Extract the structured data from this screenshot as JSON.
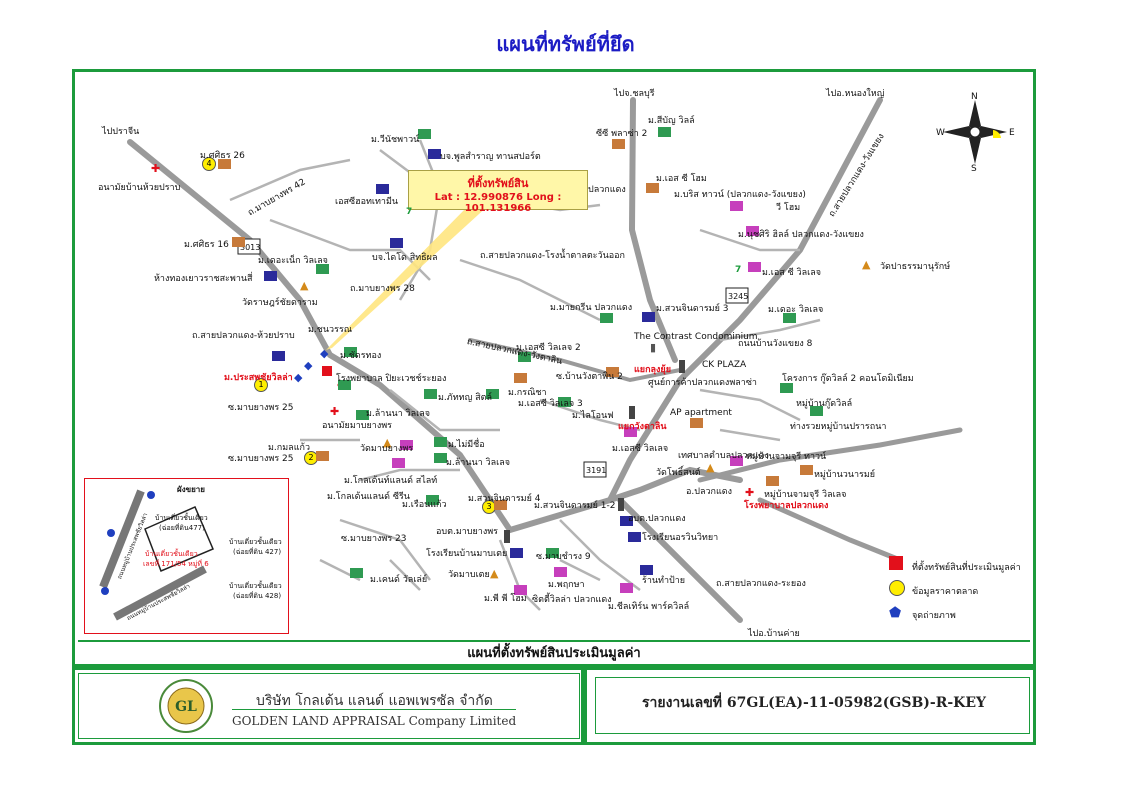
{
  "title": "แผนที่ทรัพย์ที่ยึด",
  "callout": {
    "heading": "ที่ตั้งทรัพย์สิน",
    "coords": "Lat : 12.990876  Long : 101.131966"
  },
  "subtitle": "แผนที่ตั้งทรัพย์สินประเมินมูลค่า",
  "company": {
    "name_th": "บริษัท โกลเด้น แลนด์ แอพเพรซัล จำกัด",
    "name_en": "GOLDEN LAND APPRAISAL Company Limited"
  },
  "report_number": "รายงานเลขที่ 67GL(EA)-11-05982(GSB)-R-KEY",
  "compass": {
    "n": "N",
    "s": "S",
    "e": "E",
    "w": "W"
  },
  "legend": [
    {
      "label": "ที่ตั้งทรัพย์สินที่ประเมินมูลค่า",
      "color": "#e2101b"
    },
    {
      "label": "ข้อมูลราคาตลาด",
      "color": "#ffee00"
    },
    {
      "label": "จุดถ่ายภาพ",
      "color": "#1f3fbf"
    }
  ],
  "destinations": {
    "praseen": "ไปปราจีน",
    "chonburi": "ไปจ.ชลบุรี",
    "nongyai": "ไปอ.หนองใหญ่",
    "bankhai": "ไปอ.บ้านค่าย"
  },
  "road_signs": [
    "3013",
    "3245",
    "3191"
  ],
  "numbers": [
    "4",
    "1",
    "2",
    "3"
  ],
  "labels": {
    "l01": "ม.ศศิธร 26",
    "l02": "อนามัยบ้านห้วยปราบ",
    "l03": "ถ.มาบยางพร 42",
    "l04": "ม.ศศิธร 16",
    "l05": "ม.วีนัชพาวน์",
    "l06": "บจ.พูลสำราญ ทานสปอร์ต",
    "l07": "เอสซีฮอทเทามีน",
    "l08": "ห้างทองเยาวราชสะพานสี่",
    "l09": "ม.เดอะเน็ก วิลเลจ",
    "l10": "บจ.ไดโด สิทธิผล",
    "l11": "วัดราษฎร์ชัยดาราม",
    "l12": "ถ.มาบยางพร 28",
    "l13": "ถ.สายปลวกแดง-ห้วยปราบ",
    "l14": "ม.ชนวรรณ",
    "l15": "ม.ชัดรทอง",
    "l16": "ม.ประสพชัยวิลล่า",
    "l17": "โรงพยาบาล ปิยะเวชช์ระยอง",
    "l18": "ซ.มาบยางพร 25",
    "l19": "ม.ภัททญ สิตล์",
    "l20": "อนามัยมาบยางพร",
    "l21": "ม.ล้านนา วิลเลจ",
    "l22": "ม.กมลแก้ว",
    "l23": "ซ.มาบยางพร 25",
    "l24": "วัดมาบยางพร",
    "l25": "ม.ไม่มีชื่อ",
    "l26": "ม.โกลเด้นท์แลนด์ สไลท์",
    "l27": "ม.ล้านนา วิลเลจ",
    "l28": "ม.โกลเด้นแลนด์ ซีรีน",
    "l29": "ม.เรือนแก้ว",
    "l30": "ซ.มาบยางพร 23",
    "l31": "อบต.มาบยางพร",
    "l32": "โรงเรียนบ้านมาบเตย",
    "l33": "วัดมาบเตย",
    "l34": "ม.เคนด์ วัลเล่ย์",
    "l35": "ม.สวนจินดารมย์ 4",
    "l36": "ม.สวนจินดารมย์ 1-2",
    "l37": "ซ.มาบชำรง 9",
    "l38": "ม.พฤกษา",
    "l39": "ม.พี พี โฮม",
    "l40": "ซิตตี้วิลล่า ปลวกแดง",
    "l41": "ม.ชีลเทิร์น พาร์ควิลล์",
    "l42": "ร้านทำป้าย",
    "l43": "ถ.สายปลวกแดง-ระยอง",
    "l44": "โรงเรียนอรวินวิทยา",
    "l45": "อบต.ปลวกแดง",
    "l46": "โรงพยาบาลปลวกแดง",
    "l47": "ซีซี พลาซ่า 2",
    "l48": "ม.สีบัญ วิลล์",
    "l49": "ปลวกแดง",
    "l50": "ม.เอส ซี โฮม",
    "l51": "ม.บริส ทาวน์ (ปลวกแดง-วังแขยง)",
    "l52": "วี โฮม",
    "l53": "ม.นุชศิริ ฮิลล์ ปลวกแดง-วังแขยง",
    "l54": "ม.เอส ซี วิลเลจ",
    "l55": "วัดปาธรรมานุรักษ์",
    "l56": "ถ.สายปลวกแดง-วังแขยง",
    "l57": "ถ.สายปลวกแดง-โรงน้ำตาลตะวันออก",
    "l58": "ม.มายกรีน ปลวกแดง",
    "l59": "ม.สวนจินดารมย์ 3",
    "l60": "ม.เดอะ วิลเลจ",
    "l61": "The Contrast Condominium",
    "l62": "ถนนบ้านวังแขยง 8",
    "l63": "ถ.สายปลวกแดง-วังตาลิน",
    "l64": "ม.เอสซี วิลเลจ 2",
    "l65": "ซ.บ้านวังตาพิน 2",
    "l66": "CK PLAZA",
    "l67": "แยกลุงยุ้ย",
    "l68": "ศูนย์การค้าปลวกแดงพลาซ่า",
    "l69": "โครงการ กู๊ดวิลล์ 2 คอนโดมิเนียม",
    "l70": "ม.กรณิชา",
    "l71": "ม.เอสซี วิลเลจ 3",
    "l72": "ม.ไลโอนฟ",
    "l73": "AP apartment",
    "l74": "หมู่บ้านกู๊ดวิลล์",
    "l75": "ท่างรวยหมู่บ้านปรารถนา",
    "l76": "แยกวังตาลิน",
    "l77": "ม.เอสซี วิลเลจ",
    "l78": "เทศบาลตำบลปลวกแดง",
    "l79": "หมู่บ้านจามจุรี ทาวน์",
    "l80": "วัดโพธิ์สนต์",
    "l81": "หมู่บ้านวนารมย์",
    "l82": "อ.ปลวกแดง",
    "l83": "หมู่บ้านจามจุรี วิลเลจ"
  },
  "inset": {
    "title": "ผังขยาย",
    "subject": "บ้านเดี่ยวชั้นเดียว",
    "subject_detail": "เลขที่ 171/54 หมู่ที่ 6",
    "n1": "บ้านเดี่ยวชั้นเดียว",
    "n1d": "(ฉ่อยที่ดิน477)",
    "n2": "บ้านเดี่ยวชั้นเดียว",
    "n2d": "(ฉ่อยที่ดิน 427)",
    "n3": "บ้านเดี่ยวชั้นเดียว",
    "n3d": "(ฉ่อยที่ดิน 428)",
    "road1": "ถนนหมู่บ้านประสพชัยวิลล่า",
    "road2": "ถนนหมู่บ้านประสพชัยวิลล่า"
  }
}
